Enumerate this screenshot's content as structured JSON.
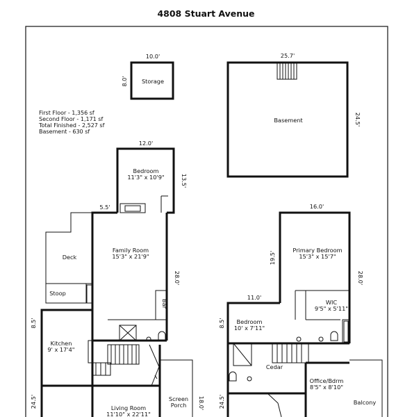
{
  "title": "4808 Stuart Avenue",
  "stats": [
    "First Floor - 1,356 sf",
    "Second Floor - 1,171 sf",
    "Total Finished - 2,527 sf",
    "Basement - 630 sf"
  ],
  "rooms": {
    "storage": "Storage",
    "basement": "Basement",
    "bedroom_main_name": "Bedroom",
    "bedroom_main_size": "11'3\" x 10'9\"",
    "family_name": "Family Room",
    "family_size": "15'3\" x 21'9\"",
    "deck": "Deck",
    "stoop": "Stoop",
    "bar": "Bar",
    "kitchen_name": "Kitchen",
    "kitchen_size": "9' x 17'4\"",
    "living_name": "Living Room",
    "living_size": "11'10\" x 22'11\"",
    "screen_porch_1": "Screen",
    "screen_porch_2": "Porch",
    "primary_name": "Primary Bedroom",
    "primary_size": "15'3\" x 15'7\"",
    "wic_name": "WIC",
    "wic_size": "9'5\" x 5'11\"",
    "bedroom2_name": "Bedroom",
    "bedroom2_size": "10' x 7'11\"",
    "cedar": "Cedar",
    "office_name": "Office/Bdrm",
    "office_size": "8'5\" x 8'10\"",
    "balcony": "Balcony"
  },
  "dimensions": {
    "storage_w": "10.0'",
    "storage_h": "8.0'",
    "basement_w": "25.7'",
    "basement_h": "24.5'",
    "bedroom_w": "12.0'",
    "bedroom_h": "13.5'",
    "step_5_5": "5.5'",
    "family_h": "28.0'",
    "left_8_5": "8.5'",
    "left_24_5": "24.5'",
    "porch_18": "18.0'",
    "primary_w": "16.0'",
    "primary_19_5": "19.5'",
    "primary_28": "28.0'",
    "second_11": "11.0'",
    "second_8_5": "8.5'",
    "second_24_5": "24.5'"
  }
}
